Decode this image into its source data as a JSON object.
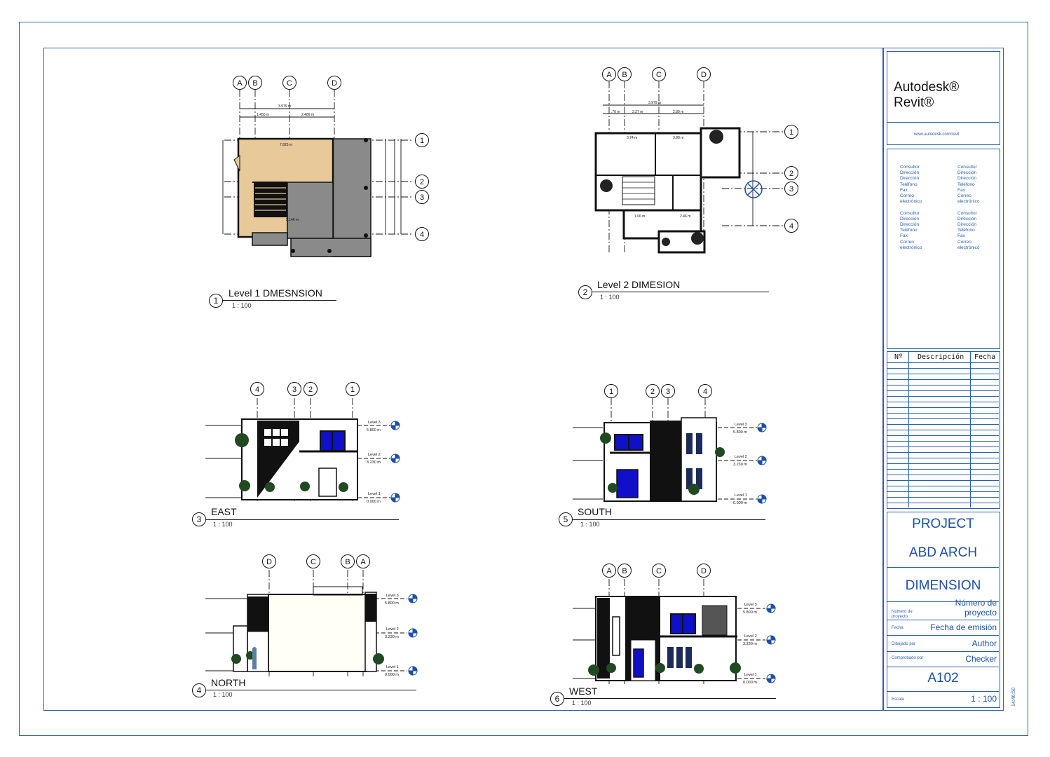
{
  "views": [
    {
      "num": "1",
      "title": "Level 1 DMESNSION",
      "scale": "1 : 100"
    },
    {
      "num": "2",
      "title": "Level 2 DIMESION",
      "scale": "1 : 100"
    },
    {
      "num": "3",
      "title": "EAST",
      "scale": "1 : 100"
    },
    {
      "num": "5",
      "title": "SOUTH",
      "scale": "1 : 100"
    },
    {
      "num": "4",
      "title": "NORTH",
      "scale": "1 : 100"
    },
    {
      "num": "6",
      "title": "WEST",
      "scale": "1 : 100"
    }
  ],
  "grids": {
    "plan1_cols": [
      "A",
      "B",
      "C",
      "D"
    ],
    "plan1_rows": [
      "1",
      "2",
      "3",
      "4"
    ],
    "plan2_cols": [
      "A",
      "B",
      "C",
      "D"
    ],
    "plan2_rows": [
      "1",
      "2",
      "3",
      "4"
    ],
    "east": [
      "4",
      "3",
      "2",
      "1"
    ],
    "south": [
      "1",
      "2",
      "3",
      "4"
    ],
    "north": [
      "D",
      "C",
      "B",
      "A"
    ],
    "west": [
      "A",
      "B",
      "C",
      "D"
    ]
  },
  "levels": {
    "l3_name": "Level 3",
    "l3_value": "5.800 m",
    "l2_name": "Level 2",
    "l2_value": "3.230 m",
    "l1_name": "Level 1",
    "l1_value": "0.000 m"
  },
  "titleblock": {
    "logo": "Autodesk® Revit®",
    "url": "www.autodesk.com/revit",
    "contact_col1": "Consultor\nDirección\nDirección\nTeléfono\nFax\nCorreo\nelectrónico\n\nConsultor\nDirección\nDirección\nTeléfono\nFax\nCorreo\nelectrónico",
    "contact_col2": "Consultor\nDirección\nDirección\nTeléfono\nFax\nCorreo\nelectrónico\n\nConsultor\nDirección\nDirección\nTeléfono\nFax\nCorreo\nelectrónico",
    "rev_no": "Nº",
    "rev_desc": "Descripción",
    "rev_date": "Fecha",
    "project_line1": "PROJECT",
    "project_line2": "ABD ARCH",
    "sheet_name": "DIMENSION",
    "project_number_label": "Número de proyecto",
    "project_number_value": "Número de proyecto",
    "date_label": "Fecha",
    "date_value": "Fecha de emisión",
    "drawn_label": "Dibujado por",
    "drawn_value": "Author",
    "checked_label": "Comprobado por",
    "checked_value": "Checker",
    "sheet_number": "A102",
    "scale_label": "Escala",
    "scale_value": "1 : 100",
    "side_stamp": "14:46:50"
  },
  "colors": {
    "border": "#2a5fae",
    "floor": "#e8c99a",
    "roof": "#8a8a8a",
    "glass": "#1010c8"
  }
}
